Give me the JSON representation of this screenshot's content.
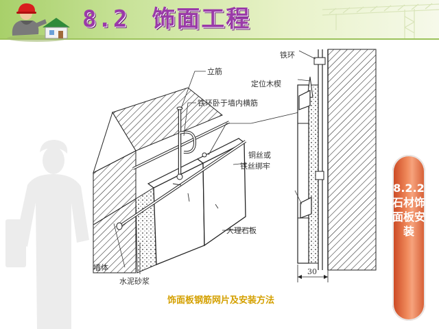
{
  "slide": {
    "section_number": "8.2",
    "title": "饰面工程",
    "side_tab": "8.2.2石材饰面板安装",
    "caption": "饰面板钢筋网片及安装方法"
  },
  "diagram": {
    "labels": {
      "vertical_bar": "立筋",
      "iron_ring_horizontal": "铁环卧于墙内横筋",
      "copper_wire": "铜丝或",
      "iron_wire": "铁丝绑牢",
      "marble": "大理石板",
      "wall": "墙体",
      "mortar": "水泥砂浆",
      "iron_ring": "铁环",
      "wood_wedge": "定位木楔",
      "dimension": "30"
    }
  },
  "colors": {
    "title": "#9a3aa8",
    "caption": "#d4a000",
    "side_tab": "#e8743f",
    "header": "#b5d97a"
  }
}
